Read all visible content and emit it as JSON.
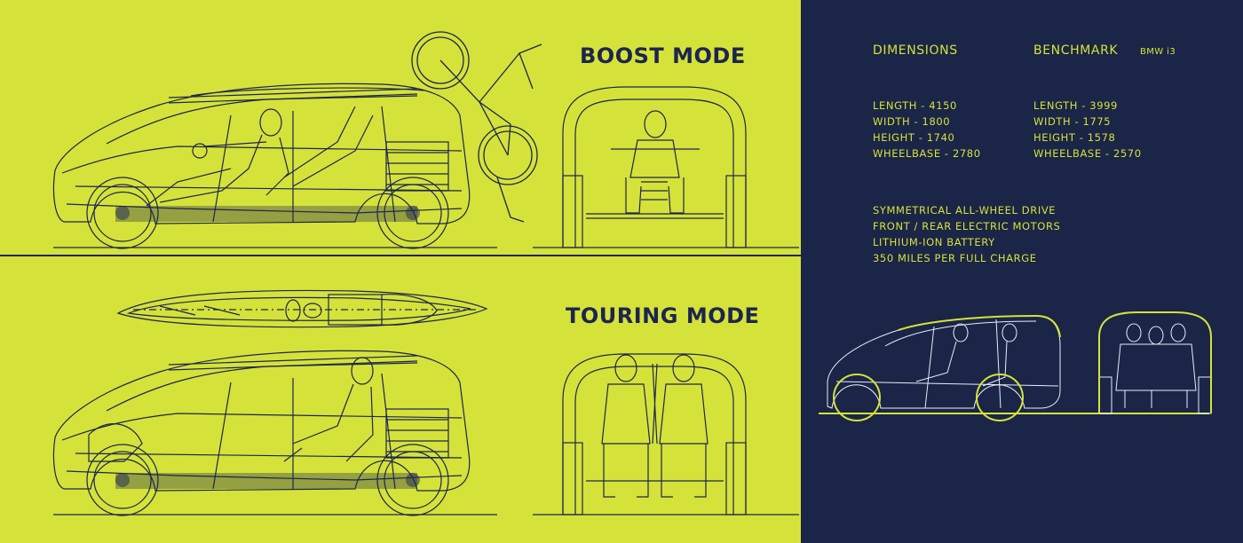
{
  "panels": {
    "boost": {
      "title": "BOOST MODE"
    },
    "touring": {
      "title": "TOURING MODE"
    }
  },
  "specs": {
    "dimensions_heading": "DIMENSIONS",
    "benchmark_heading": "BENCHMARK",
    "benchmark_model": "BMW i3",
    "dimensions": [
      "LENGTH - 4150",
      "WIDTH - 1800",
      "HEIGHT - 1740",
      "WHEELBASE - 2780"
    ],
    "benchmark": [
      "LENGTH - 3999",
      "WIDTH - 1775",
      "HEIGHT - 1578",
      "WHEELBASE - 2570"
    ],
    "features": [
      "SYMMETRICAL ALL-WHEEL DRIVE",
      "FRONT / REAR ELECTRIC MOTORS",
      "LITHIUM-ION BATTERY",
      "350 MILES PER FULL CHARGE"
    ]
  },
  "colors": {
    "lime_background": "#d5e23a",
    "navy_background": "#1a2547",
    "line_navy": "#1c2550",
    "line_white": "#e8eef8",
    "accent_yellow": "#d5e23a"
  }
}
